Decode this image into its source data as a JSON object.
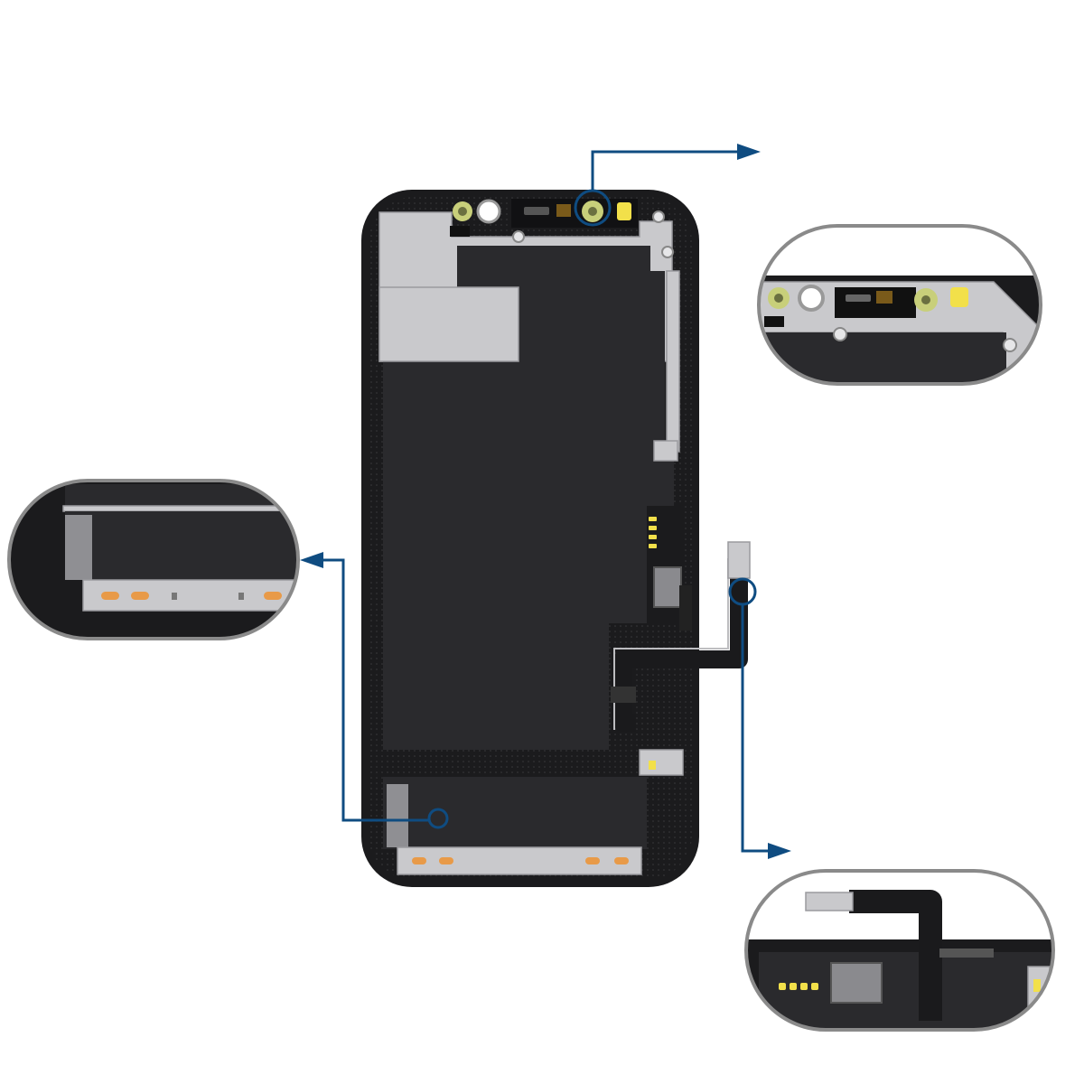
{
  "image": {
    "subject": "smartphone-display-assembly-rear-view",
    "callouts": [
      {
        "id": "front-camera-sensor-area",
        "target": "top-sensor-ring",
        "detail": "top-bracket-zoom"
      },
      {
        "id": "flex-cable",
        "target": "flex-cable-ring",
        "detail": "flex-cable-zoom"
      },
      {
        "id": "bottom-contacts",
        "target": "bottom-ring",
        "detail": "bottom-edge-zoom"
      }
    ]
  },
  "colors": {
    "frame": "#1b1b1d",
    "panel": "#2a2a2d",
    "steel": "#c9c9cc",
    "steel_dark": "#9a9a9e",
    "callout": "#0f4c81",
    "pad_orange": "#e89a48",
    "pad_yellow": "#f2e04a",
    "sensor_green": "#c8cf7a",
    "zoom_border": "#8a8a8a"
  }
}
